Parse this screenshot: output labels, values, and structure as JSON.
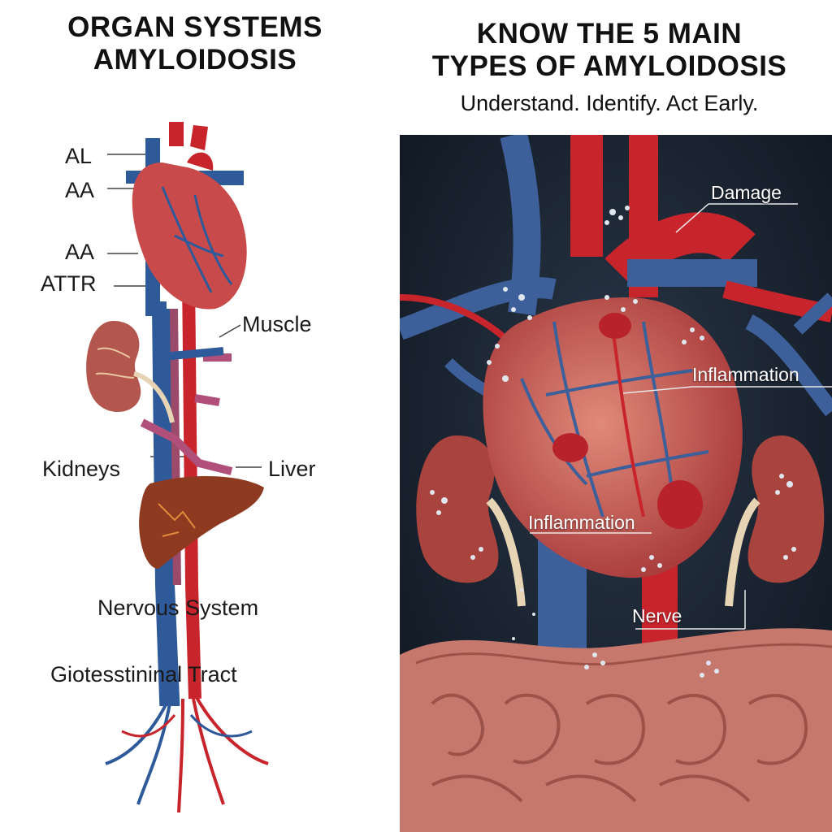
{
  "left": {
    "title_line1": "ORGAN SYSTEMS",
    "title_line2": "AMYLOIDOSIS",
    "labels": {
      "al": "AL",
      "aa1": "AA",
      "aa2": "AA",
      "attr": "ATTR",
      "muscle": "Muscle",
      "kidneys": "Kidneys",
      "liver": "Liver",
      "nervous": "Nervous System",
      "gi": "Giotesstininal Tract"
    }
  },
  "right": {
    "title_line1": "KNOW THE 5 MAIN",
    "title_line2": "TYPES OF AMYLOIDOSIS",
    "subtitle": "Understand. Identify. Act Early.",
    "labels": {
      "damage": "Damage",
      "inflammation1": "Inflammation",
      "inflammation2": "Inflammation",
      "nerve": "Nerve"
    }
  },
  "colors": {
    "artery": "#c8242c",
    "vein": "#2f5a9a",
    "heart": "#c94a4a",
    "liver": "#8e3a20",
    "kidney": "#b3564e",
    "intestine": "#cf8476",
    "panel_bg": "#121a26",
    "amyloid": "#dfe6ee"
  }
}
